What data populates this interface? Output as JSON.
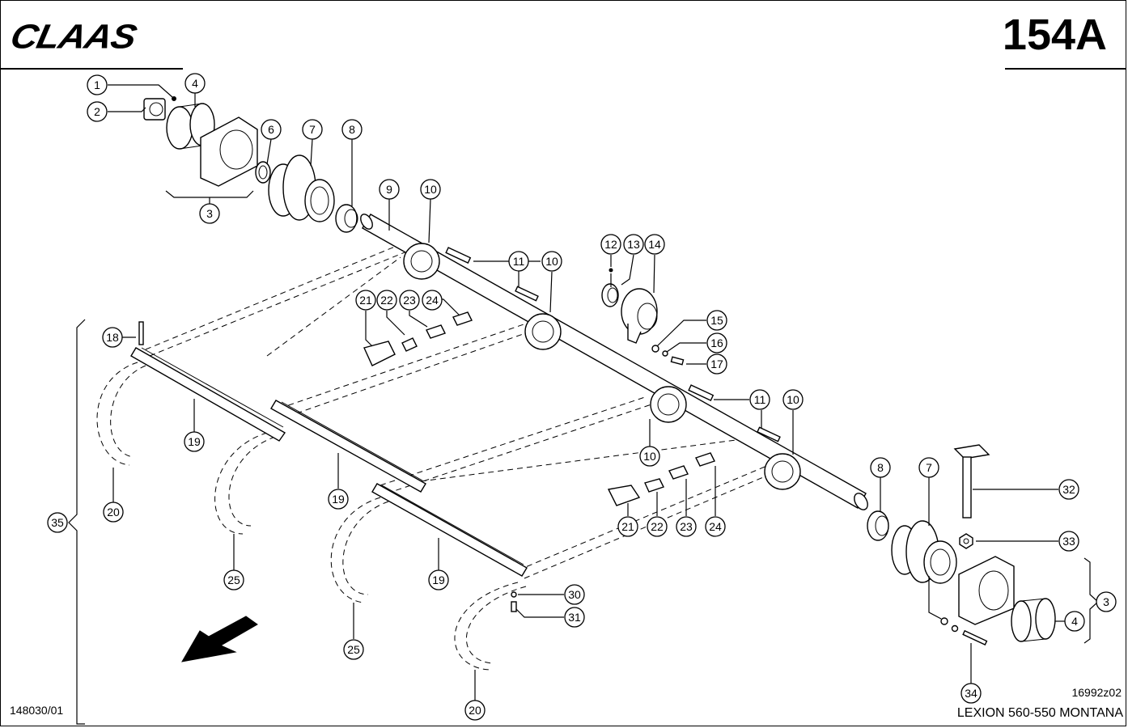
{
  "header": {
    "brand": "CLAAS",
    "page_number": "154A"
  },
  "footer": {
    "drawing_reference": "148030/01",
    "illustration_code": "16992z02",
    "model": "LEXION 560-550 MONTANA"
  },
  "colors": {
    "ink": "#000000",
    "paper": "#ffffff"
  },
  "callouts": [
    {
      "id": "c1",
      "label": "1"
    },
    {
      "id": "c2",
      "label": "2"
    },
    {
      "id": "c3a",
      "label": "3"
    },
    {
      "id": "c4a",
      "label": "4"
    },
    {
      "id": "c6",
      "label": "6"
    },
    {
      "id": "c7a",
      "label": "7"
    },
    {
      "id": "c8a",
      "label": "8"
    },
    {
      "id": "c9",
      "label": "9"
    },
    {
      "id": "c10a",
      "label": "10"
    },
    {
      "id": "c11a",
      "label": "11"
    },
    {
      "id": "c10b",
      "label": "10"
    },
    {
      "id": "c12",
      "label": "12"
    },
    {
      "id": "c13",
      "label": "13"
    },
    {
      "id": "c14",
      "label": "14"
    },
    {
      "id": "c15",
      "label": "15"
    },
    {
      "id": "c16",
      "label": "16"
    },
    {
      "id": "c17",
      "label": "17"
    },
    {
      "id": "c21a",
      "label": "21"
    },
    {
      "id": "c22a",
      "label": "22"
    },
    {
      "id": "c23a",
      "label": "23"
    },
    {
      "id": "c24a",
      "label": "24"
    },
    {
      "id": "c18",
      "label": "18"
    },
    {
      "id": "c19a",
      "label": "19"
    },
    {
      "id": "c20a",
      "label": "20"
    },
    {
      "id": "c35",
      "label": "35"
    },
    {
      "id": "c25a",
      "label": "25"
    },
    {
      "id": "c19b",
      "label": "19"
    },
    {
      "id": "c11b",
      "label": "11"
    },
    {
      "id": "c10c",
      "label": "10"
    },
    {
      "id": "c10d",
      "label": "10"
    },
    {
      "id": "c8b",
      "label": "8"
    },
    {
      "id": "c7b",
      "label": "7"
    },
    {
      "id": "c32",
      "label": "32"
    },
    {
      "id": "c33",
      "label": "33"
    },
    {
      "id": "c3b",
      "label": "3"
    },
    {
      "id": "c4b",
      "label": "4"
    },
    {
      "id": "c34",
      "label": "34"
    },
    {
      "id": "c21b",
      "label": "21"
    },
    {
      "id": "c22b",
      "label": "22"
    },
    {
      "id": "c23b",
      "label": "23"
    },
    {
      "id": "c24b",
      "label": "24"
    },
    {
      "id": "c19c",
      "label": "19"
    },
    {
      "id": "c30",
      "label": "30"
    },
    {
      "id": "c31",
      "label": "31"
    },
    {
      "id": "c25b",
      "label": "25"
    },
    {
      "id": "c20b",
      "label": "20"
    }
  ]
}
